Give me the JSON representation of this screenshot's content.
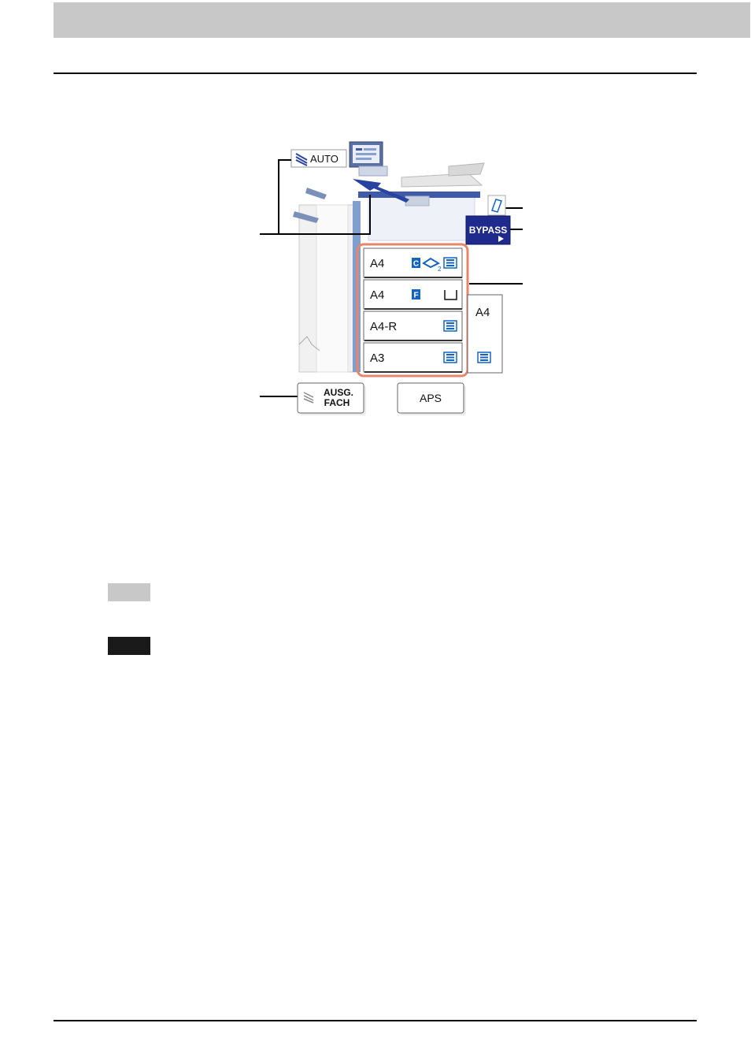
{
  "panel": {
    "auto_label": "AUTO",
    "bypass_label": "BYPASS",
    "trays": [
      {
        "size": "A4",
        "badge": "C",
        "badge_sub": "2"
      },
      {
        "size": "A4",
        "badge": "F"
      },
      {
        "size": "A4-R"
      },
      {
        "size": "A3"
      }
    ],
    "lcf_size": "A4",
    "output_button": {
      "line1": "AUSG.",
      "line2": "FACH"
    },
    "aps_label": "APS"
  },
  "colors": {
    "header_gray": "#c8c8c8",
    "tray_highlight": "#e8866a",
    "bypass_blue": "#1e2a8c",
    "icon_blue": "#1565c0"
  }
}
